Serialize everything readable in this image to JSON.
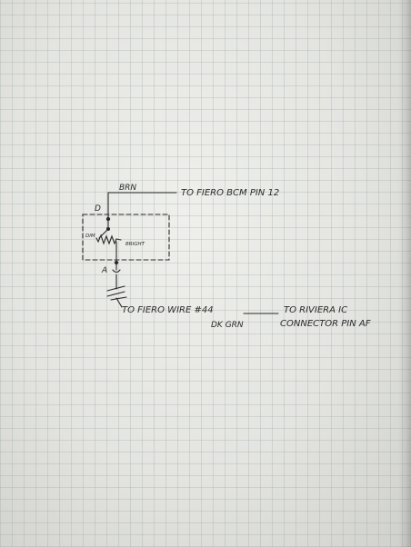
{
  "labels": {
    "wire_top": "BRN",
    "bcm_connection": "TO FIERO BCM PIN 12",
    "terminal_d": "D",
    "terminal_a": "A",
    "dim": "DIM",
    "bright": "BRIGHT",
    "fiero_wire": "TO FIERO WIRE #44",
    "wire_color": "DK GRN",
    "riviera_line1": "TO RIVIERA IC",
    "riviera_line2": "CONNECTOR PIN AF"
  },
  "colors": {
    "ink": "#2a2a2a",
    "paper": "#e8e8e5",
    "grid": "#96a5a0"
  }
}
